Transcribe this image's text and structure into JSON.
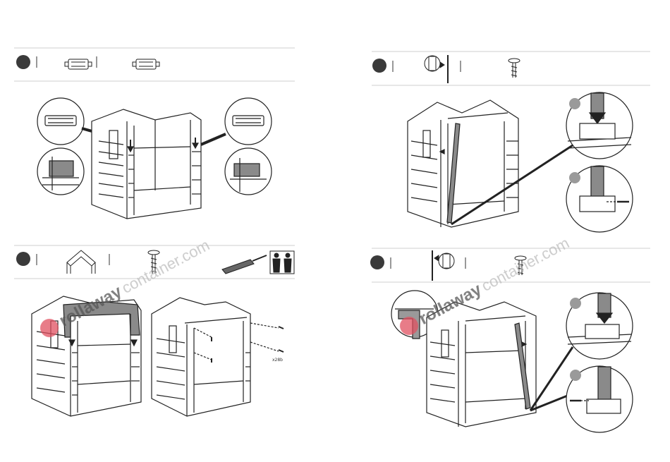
{
  "steps": [
    {
      "bullet": "step-bullet-1",
      "parts": [
        "connector-clip-a",
        "connector-clip-b"
      ]
    },
    {
      "bullet": "step-bullet-2",
      "parts": [
        "corner-post",
        "screw"
      ]
    },
    {
      "bullet": "step-bullet-3",
      "parts": [
        "roof-gable-frame",
        "screw",
        "screwdriver",
        "two-persons"
      ],
      "qty_label": "x28b"
    },
    {
      "bullet": "step-bullet-4",
      "parts": [
        "corner-post",
        "screw"
      ]
    }
  ],
  "watermark": {
    "brand": "rollaway",
    "suffix": "container.com"
  },
  "colors": {
    "bullet": "#3a3a3a",
    "line": "#222222",
    "rule": "#cfcfcf",
    "gray_fill": "#8a8a8a",
    "watermark": "#e05060"
  }
}
